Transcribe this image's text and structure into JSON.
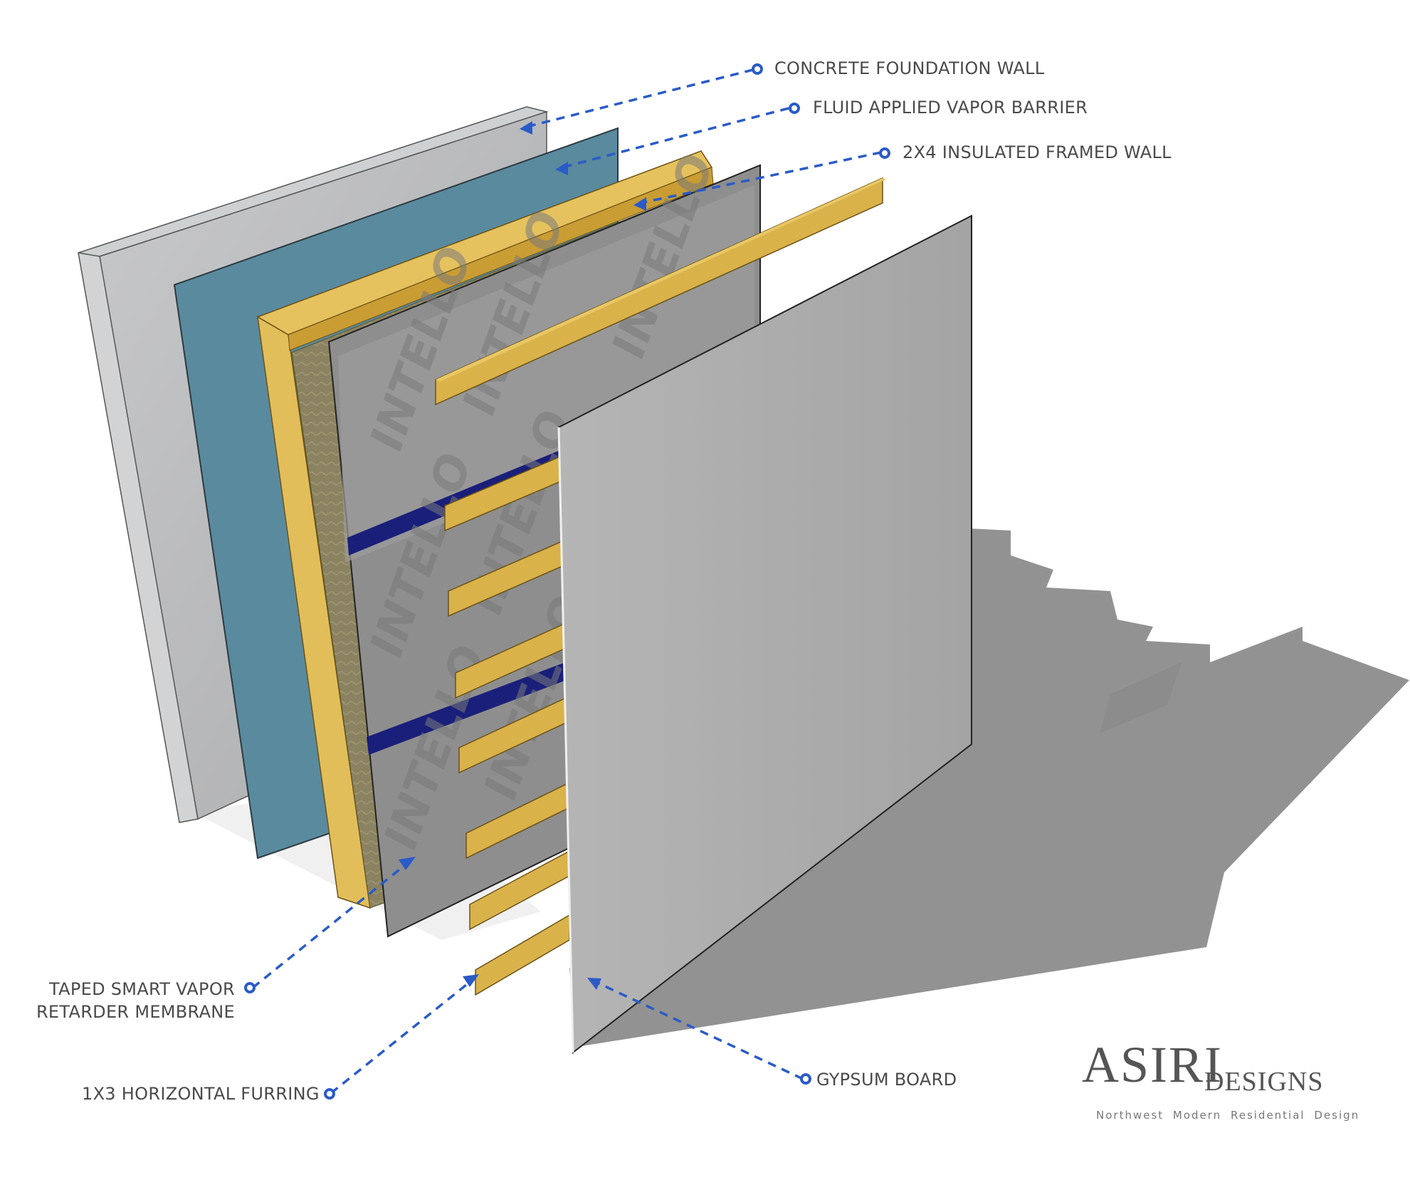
{
  "labels": {
    "concrete": "CONCRETE FOUNDATION WALL",
    "vapor_barrier": "FLUID APPLIED VAPOR BARRIER",
    "framed_wall": "2X4 INSULATED FRAMED WALL",
    "membrane": "TAPED SMART VAPOR RETARDER MEMBRANE",
    "furring": "1X3 HORIZONTAL FURRING",
    "gypsum": "GYPSUM BOARD"
  },
  "membrane_print": "INTELLO",
  "logo": {
    "name": "ASIRI",
    "suffix": "DESIGNS",
    "tagline": "Northwest Modern Residential Design"
  },
  "colors": {
    "concrete": "#b9babc",
    "vapor_barrier": "#5a8a9e",
    "wood": "#d9b24a",
    "insulation": "#8a8260",
    "membrane": "#8e8e8e",
    "tape": "#1a1f7a",
    "gypsum": "#a9a9a9",
    "shadow": "#8c8c8c",
    "leader": "#2a5bc7"
  }
}
